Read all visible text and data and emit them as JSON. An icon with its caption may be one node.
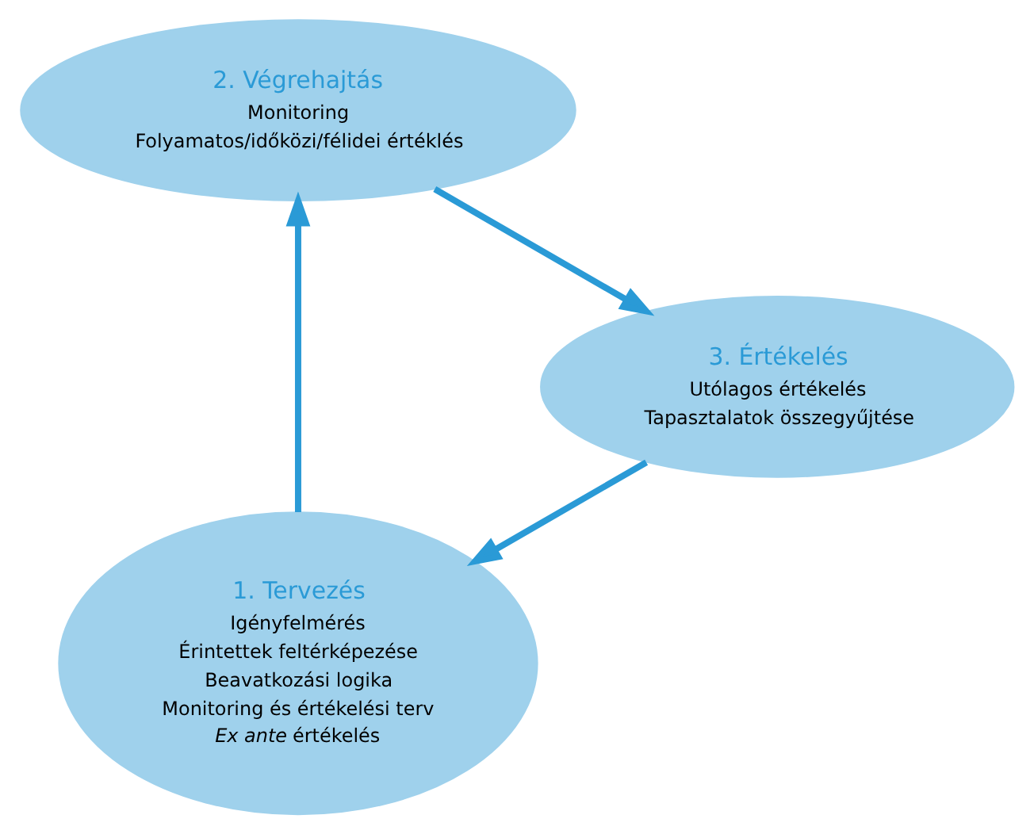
{
  "diagram": {
    "nodes": [
      {
        "text": [
          "1. Tervezés",
          "Igényfelmérés",
          "Érintettek feltérképezése",
          "Beavatkozási logika",
          "Monitoring és értékelési terv",
          "*Ex ante* értékelés"
        ]
      },
      {
        "text": [
          "2. Végrehajtás",
          "Monitoring",
          "Folyamatos/időközi/félidei értéklés"
        ]
      },
      {
        "text": [
          "3. Értékelés",
          "Utólagos értékelés",
          "Tapasztalatok összegyűjtése"
        ]
      }
    ],
    "edges": [
      {
        "from": 0,
        "to": 1,
        "arrow": "to"
      },
      {
        "from": 1,
        "to": 2,
        "arrow": "to"
      },
      {
        "from": 2,
        "to": 0,
        "arrow": "to"
      }
    ]
  }
}
